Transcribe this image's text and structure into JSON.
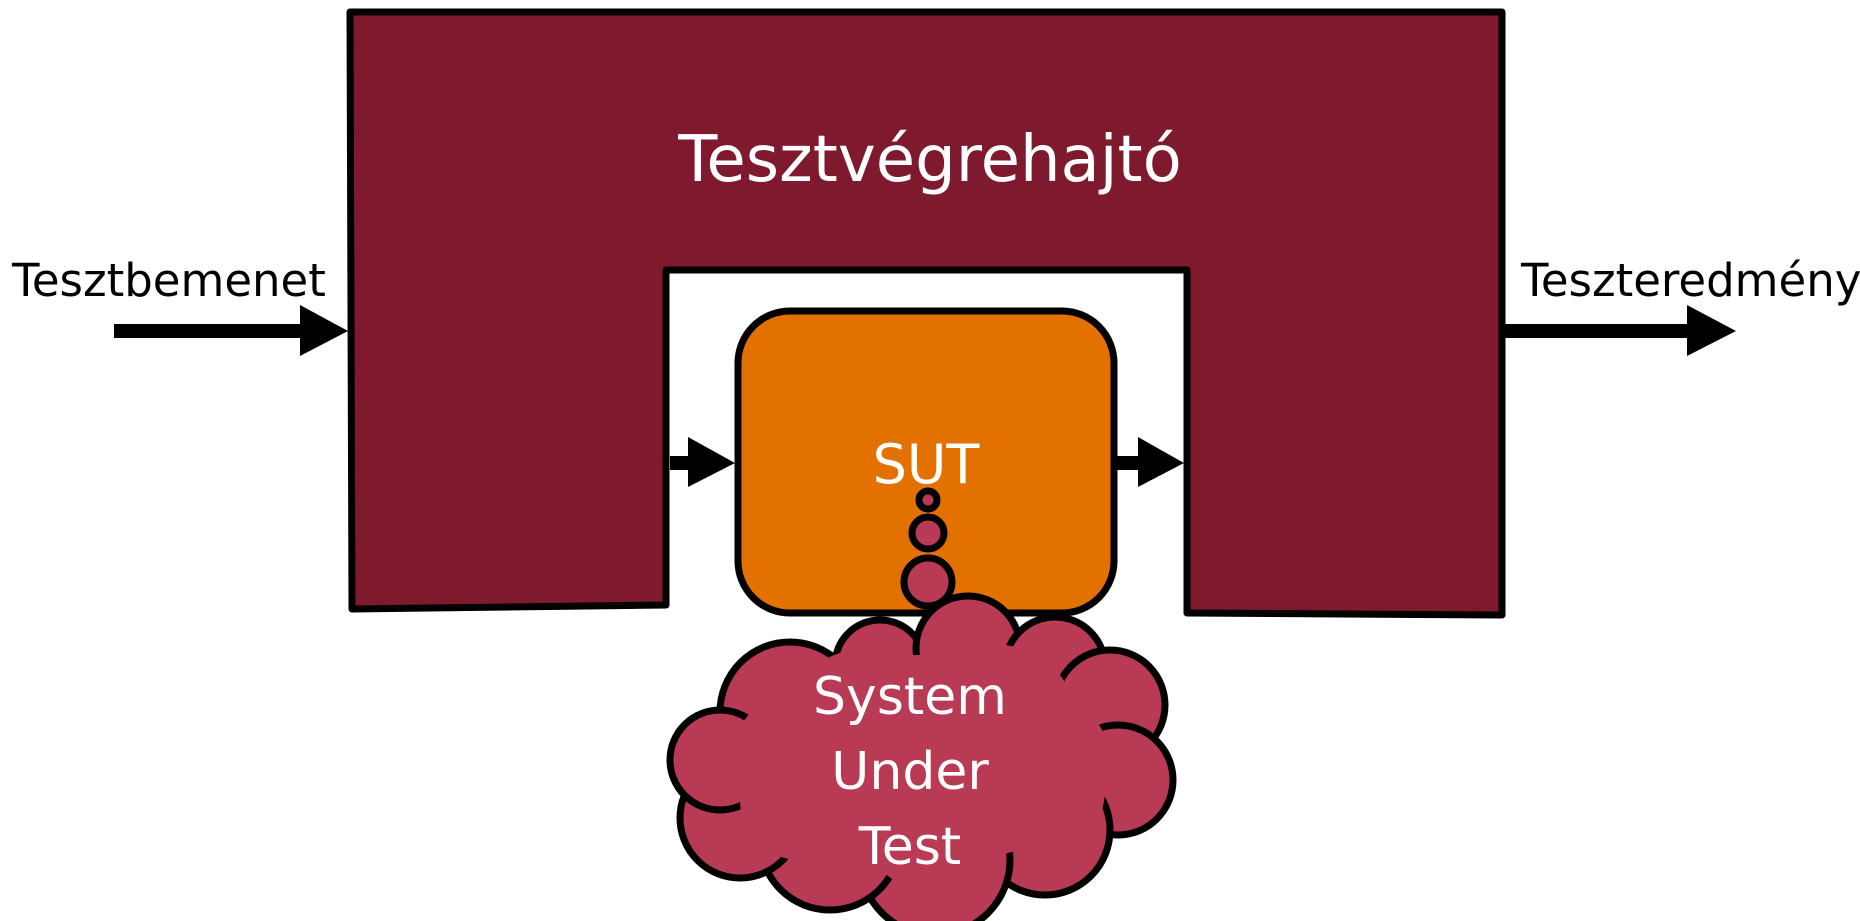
{
  "colors": {
    "executor_fill": "#7F1A2E",
    "sut_fill": "#E27100",
    "cloud_fill": "#B93A54",
    "stroke": "#000000",
    "text_on_shapes": "#FFFFFF"
  },
  "executor": {
    "label": "Tesztvégrehajtó"
  },
  "sut": {
    "label": "SUT"
  },
  "cloud": {
    "lines": [
      "System",
      "Under",
      "Test"
    ]
  },
  "io": {
    "input_label": "Tesztbemenet",
    "output_label": "Teszteredmény"
  }
}
